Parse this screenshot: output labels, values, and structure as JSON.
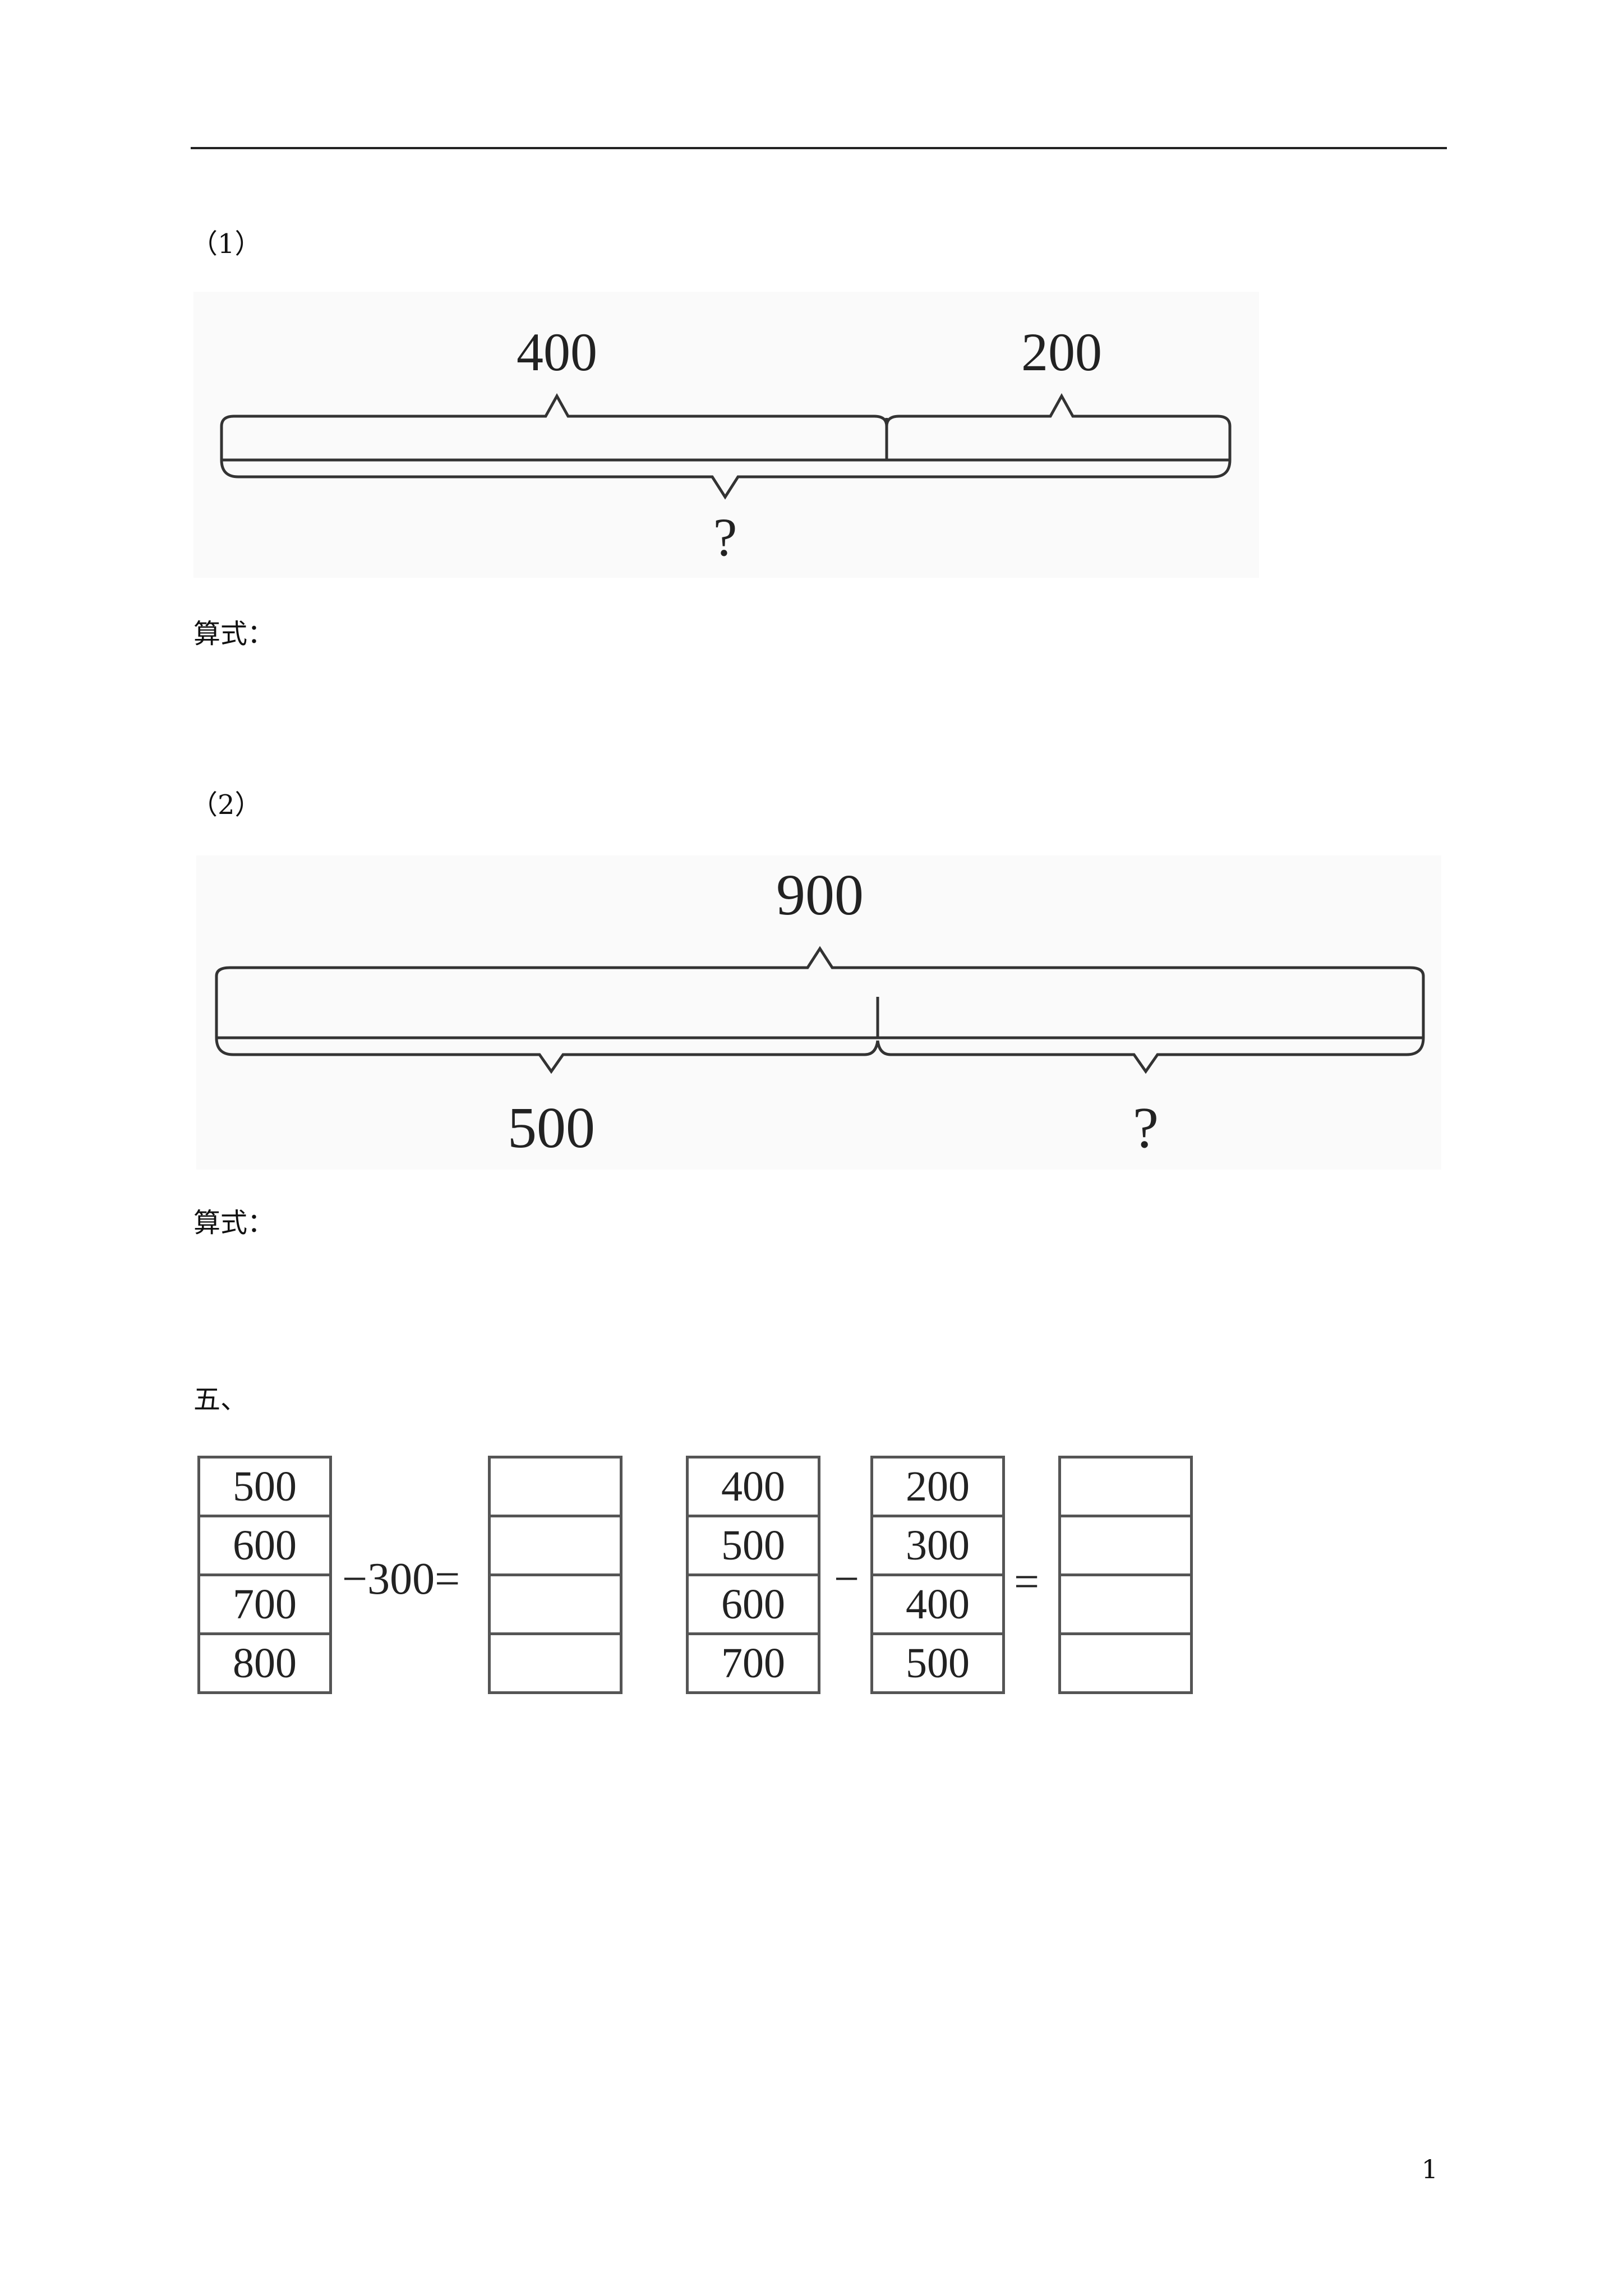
{
  "page_number": "1",
  "q1": {
    "label": "（1）",
    "top_left": "400",
    "top_right": "200",
    "bottom": "?",
    "formula_label": "算式："
  },
  "q2": {
    "label": "（2）",
    "top": "900",
    "bottom_left": "500",
    "bottom_right": "?",
    "formula_label": "算式："
  },
  "q5": {
    "label": "五、",
    "left_column": [
      "500",
      "600",
      "700",
      "800"
    ],
    "left_operator": "−300=",
    "middle_column_a": [
      "400",
      "500",
      "600",
      "700"
    ],
    "minus": "−",
    "middle_column_b": [
      "200",
      "300",
      "400",
      "500"
    ],
    "equals": "="
  }
}
